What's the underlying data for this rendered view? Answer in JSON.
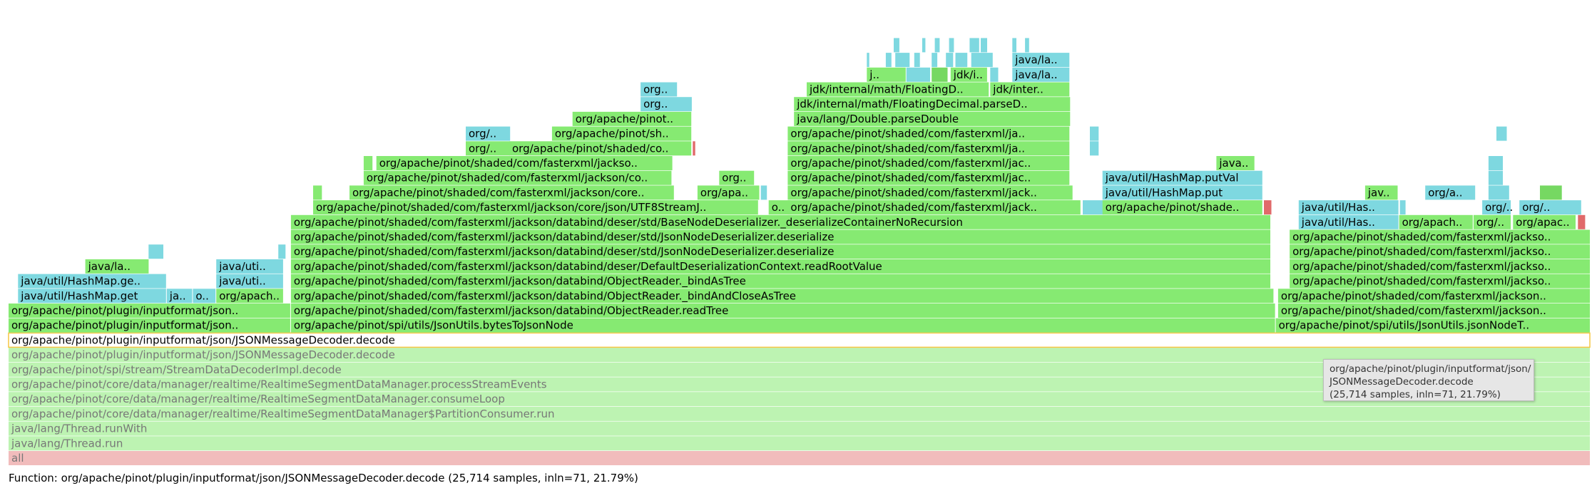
{
  "chart_data": {
    "type": "flamegraph",
    "colors": {
      "java": "#86ea72",
      "jdk": "#76d862",
      "inlined": "#7ed8e0",
      "native": "#e06a6a",
      "root": "#f0b8b8",
      "highlight_border": "#f5c542"
    },
    "frames": [
      {
        "d": 0,
        "x": 0,
        "w": 1,
        "label": "all",
        "c": "root",
        "dim": true
      },
      {
        "d": 1,
        "x": 0,
        "w": 1,
        "label": "java/lang/Thread.run",
        "dim": true
      },
      {
        "d": 2,
        "x": 0,
        "w": 1,
        "label": "java/lang/Thread.runWith",
        "dim": true
      },
      {
        "d": 3,
        "x": 0,
        "w": 1,
        "label": "org/apache/pinot/core/data/manager/realtime/RealtimeSegmentDataManager$PartitionConsumer.run",
        "dim": true
      },
      {
        "d": 4,
        "x": 0,
        "w": 1,
        "label": "org/apache/pinot/core/data/manager/realtime/RealtimeSegmentDataManager.consumeLoop",
        "dim": true
      },
      {
        "d": 5,
        "x": 0,
        "w": 1,
        "label": "org/apache/pinot/core/data/manager/realtime/RealtimeSegmentDataManager.processStreamEvents",
        "dim": true
      },
      {
        "d": 6,
        "x": 0,
        "w": 1,
        "label": "org/apache/pinot/spi/stream/StreamDataDecoderImpl.decode",
        "dim": true
      },
      {
        "d": 7,
        "x": 0,
        "w": 1,
        "label": "org/apache/pinot/plugin/inputformat/json/JSONMessageDecoder.decode",
        "dim": true
      },
      {
        "d": 8,
        "x": 0,
        "w": 1,
        "label": "org/apache/pinot/plugin/inputformat/json/JSONMessageDecoder.decode",
        "c": "white",
        "hl": true
      },
      {
        "d": 9,
        "x": 0,
        "w": 0.1785,
        "label": "org/apache/pinot/plugin/inputformat/json.."
      },
      {
        "d": 9,
        "x": 0.1785,
        "w": 0.6225,
        "label": "org/apache/pinot/spi/utils/JsonUtils.bytesToJsonNode"
      },
      {
        "d": 9,
        "x": 0.801,
        "w": 0.199,
        "label": "org/apache/pinot/spi/utils/JsonUtils.jsonNodeT.."
      },
      {
        "d": 10,
        "x": 0,
        "w": 0.1785,
        "label": "org/apache/pinot/plugin/inputformat/json.."
      },
      {
        "d": 10,
        "x": 0.1785,
        "w": 0.6225,
        "label": "org/apache/pinot/shaded/com/fasterxml/jackson/databind/ObjectReader.readTree"
      },
      {
        "d": 10,
        "x": 0.8025,
        "w": 0.1975,
        "label": "org/apache/pinot/shaded/com/fasterxml/jackson.."
      },
      {
        "d": 11,
        "x": 0.006,
        "w": 0.094,
        "label": "java/util/HashMap.get",
        "c": "inlined"
      },
      {
        "d": 11,
        "x": 0.1,
        "w": 0.0165,
        "label": "ja..",
        "c": "inlined"
      },
      {
        "d": 11,
        "x": 0.1165,
        "w": 0.0148,
        "label": "o..",
        "c": "inlined"
      },
      {
        "d": 11,
        "x": 0.1313,
        "w": 0.0427,
        "label": "org/apach.."
      },
      {
        "d": 11,
        "x": 0.1785,
        "w": 0.6215,
        "label": "org/apache/pinot/shaded/com/fasterxml/jackson/databind/ObjectReader._bindAndCloseAsTree"
      },
      {
        "d": 11,
        "x": 0.8025,
        "w": 0.1975,
        "label": "org/apache/pinot/shaded/com/fasterxml/jackson.."
      },
      {
        "d": 12,
        "x": 0.006,
        "w": 0.094,
        "label": "java/util/HashMap.ge..",
        "c": "inlined"
      },
      {
        "d": 12,
        "x": 0.1313,
        "w": 0.0427,
        "label": "java/uti..",
        "c": "inlined"
      },
      {
        "d": 12,
        "x": 0.1785,
        "w": 0.6195,
        "label": "org/apache/pinot/shaded/com/fasterxml/jackson/databind/ObjectReader._bindAsTree"
      },
      {
        "d": 12,
        "x": 0.8098,
        "w": 0.1902,
        "label": "org/apache/pinot/shaded/com/fasterxml/jackso.."
      },
      {
        "d": 13,
        "x": 0.0485,
        "w": 0.0405,
        "label": "java/la.."
      },
      {
        "d": 13,
        "x": 0.1313,
        "w": 0.0427,
        "label": "java/uti..",
        "c": "inlined"
      },
      {
        "d": 13,
        "x": 0.1785,
        "w": 0.6195,
        "label": "org/apache/pinot/shaded/com/fasterxml/jackson/databind/deser/DefaultDeserializationContext.readRootValue"
      },
      {
        "d": 13,
        "x": 0.8098,
        "w": 0.1902,
        "label": "org/apache/pinot/shaded/com/fasterxml/jackso.."
      },
      {
        "d": 14,
        "x": 0.0885,
        "w": 0.0098,
        "label": "",
        "c": "inlined"
      },
      {
        "d": 14,
        "x": 0.1705,
        "w": 0.005,
        "label": "",
        "c": "inlined"
      },
      {
        "d": 14,
        "x": 0.1785,
        "w": 0.6195,
        "label": "org/apache/pinot/shaded/com/fasterxml/jackson/databind/deser/std/JsonNodeDeserializer.deserialize"
      },
      {
        "d": 14,
        "x": 0.8098,
        "w": 0.1902,
        "label": "org/apache/pinot/shaded/com/fasterxml/jackso.."
      },
      {
        "d": 15,
        "x": 0.1785,
        "w": 0.6195,
        "label": "org/apache/pinot/shaded/com/fasterxml/jackson/databind/deser/std/JsonNodeDeserializer.deserialize"
      },
      {
        "d": 15,
        "x": 0.8098,
        "w": 0.1902,
        "label": "org/apache/pinot/shaded/com/fasterxml/jackso.."
      },
      {
        "d": 16,
        "x": 0.1785,
        "w": 0.6195,
        "label": "org/apache/pinot/shaded/com/fasterxml/jackson/databind/deser/std/BaseNodeDeserializer._deserializeContainerNoRecursion"
      },
      {
        "d": 16,
        "x": 0.8155,
        "w": 0.0635,
        "label": "java/util/Has..",
        "c": "inlined"
      },
      {
        "d": 16,
        "x": 0.879,
        "w": 0.047,
        "label": "org/apach.."
      },
      {
        "d": 16,
        "x": 0.926,
        "w": 0.024,
        "label": "org/.."
      },
      {
        "d": 16,
        "x": 0.951,
        "w": 0.04,
        "label": "org/apac.."
      },
      {
        "d": 16,
        "x": 0.992,
        "w": 0.005,
        "label": "",
        "c": "native"
      },
      {
        "d": 17,
        "x": 0.1925,
        "w": 0.2817,
        "label": "org/apache/pinot/shaded/com/fasterxml/jackson/core/json/UTF8StreamJ.."
      },
      {
        "d": 17,
        "x": 0.4805,
        "w": 0.0145,
        "label": "o.."
      },
      {
        "d": 17,
        "x": 0.4925,
        "w": 0.1855,
        "label": "org/apache/pinot/shaded/com/fasterxml/jack.."
      },
      {
        "d": 17,
        "x": 0.679,
        "w": 0.018,
        "label": "",
        "c": "inlined"
      },
      {
        "d": 17,
        "x": 0.6915,
        "w": 0.1015,
        "label": "org/apache/pinot/shade.."
      },
      {
        "d": 17,
        "x": 0.7935,
        "w": 0.0052,
        "label": "",
        "c": "native"
      },
      {
        "d": 17,
        "x": 0.8155,
        "w": 0.0635,
        "label": "java/util/Has..",
        "c": "inlined"
      },
      {
        "d": 17,
        "x": 0.8795,
        "w": 0.004,
        "label": "",
        "c": "inlined"
      },
      {
        "d": 17,
        "x": 0.9315,
        "w": 0.0185,
        "label": "org/..",
        "c": "inlined"
      },
      {
        "d": 17,
        "x": 0.955,
        "w": 0.0395,
        "label": "org/..",
        "c": "inlined"
      },
      {
        "d": 18,
        "x": 0.1925,
        "w": 0.006,
        "label": ""
      },
      {
        "d": 18,
        "x": 0.2155,
        "w": 0.2055,
        "label": "org/apache/pinot/shaded/com/fasterxml/jackson/core.."
      },
      {
        "d": 18,
        "x": 0.4355,
        "w": 0.0395,
        "label": "org/apa.."
      },
      {
        "d": 18,
        "x": 0.4755,
        "w": 0.0043,
        "label": "",
        "c": "inlined"
      },
      {
        "d": 18,
        "x": 0.4925,
        "w": 0.1805,
        "label": "org/apache/pinot/shaded/com/fasterxml/jack.."
      },
      {
        "d": 18,
        "x": 0.6915,
        "w": 0.1015,
        "label": "java/util/HashMap.put",
        "c": "inlined"
      },
      {
        "d": 18,
        "x": 0.8575,
        "w": 0.021,
        "label": "jav.."
      },
      {
        "d": 18,
        "x": 0.8955,
        "w": 0.032,
        "label": "org/a..",
        "c": "inlined"
      },
      {
        "d": 18,
        "x": 0.9355,
        "w": 0.0135,
        "label": "",
        "c": "inlined"
      },
      {
        "d": 18,
        "x": 0.968,
        "w": 0.0143,
        "label": "",
        "c": "jdk"
      },
      {
        "d": 19,
        "x": 0.2245,
        "w": 0.195,
        "label": "org/apache/pinot/shaded/com/fasterxml/jackson/co.."
      },
      {
        "d": 19,
        "x": 0.4492,
        "w": 0.0225,
        "label": "org.."
      },
      {
        "d": 19,
        "x": 0.4925,
        "w": 0.1785,
        "label": "org/apache/pinot/shaded/com/fasterxml/jac.."
      },
      {
        "d": 19,
        "x": 0.6915,
        "w": 0.1015,
        "label": "java/util/HashMap.putVal",
        "c": "inlined"
      },
      {
        "d": 19,
        "x": 0.9355,
        "w": 0.0095,
        "label": "",
        "c": "inlined"
      },
      {
        "d": 20,
        "x": 0.2245,
        "w": 0.006,
        "label": ""
      },
      {
        "d": 20,
        "x": 0.2325,
        "w": 0.1875,
        "label": "org/apache/pinot/shaded/com/fasterxml/jackso.."
      },
      {
        "d": 20,
        "x": 0.4925,
        "w": 0.1785,
        "label": "org/apache/pinot/shaded/com/fasterxml/jac.."
      },
      {
        "d": 20,
        "x": 0.7635,
        "w": 0.0245,
        "label": "java.."
      },
      {
        "d": 20,
        "x": 0.9355,
        "w": 0.0095,
        "label": "",
        "c": "inlined"
      },
      {
        "d": 21,
        "x": 0.289,
        "w": 0.0285,
        "label": "org/.."
      },
      {
        "d": 21,
        "x": 0.3165,
        "w": 0.1155,
        "label": "org/apache/pinot/shaded/co.."
      },
      {
        "d": 21,
        "x": 0.4325,
        "w": 0.002,
        "label": "",
        "c": "native"
      },
      {
        "d": 21,
        "x": 0.4925,
        "w": 0.1785,
        "label": "org/apache/pinot/shaded/com/fasterxml/ja.."
      },
      {
        "d": 21,
        "x": 0.6835,
        "w": 0.006,
        "label": "",
        "c": "inlined"
      },
      {
        "d": 22,
        "x": 0.289,
        "w": 0.0285,
        "label": "org/..",
        "c": "inlined"
      },
      {
        "d": 22,
        "x": 0.3435,
        "w": 0.0885,
        "label": "org/apache/pinot/sh.."
      },
      {
        "d": 22,
        "x": 0.4925,
        "w": 0.1785,
        "label": "org/apache/pinot/shaded/com/fasterxml/ja.."
      },
      {
        "d": 22,
        "x": 0.6835,
        "w": 0.006,
        "label": "",
        "c": "inlined"
      },
      {
        "d": 22,
        "x": 0.9405,
        "w": 0.007,
        "label": "",
        "c": "inlined"
      },
      {
        "d": 23,
        "x": 0.3565,
        "w": 0.0755,
        "label": "org/apache/pinot.."
      },
      {
        "d": 23,
        "x": 0.4965,
        "w": 0.175,
        "label": "java/lang/Double.parseDouble"
      },
      {
        "d": 24,
        "x": 0.3995,
        "w": 0.0328,
        "label": "org..",
        "c": "inlined"
      },
      {
        "d": 24,
        "x": 0.4965,
        "w": 0.175,
        "label": "jdk/internal/math/FloatingDecimal.parseD.."
      },
      {
        "d": 25,
        "x": 0.3995,
        "w": 0.0235,
        "label": "org..",
        "c": "inlined"
      },
      {
        "d": 25,
        "x": 0.5045,
        "w": 0.1155,
        "label": "jdk/internal/math/FloatingD.."
      },
      {
        "d": 25,
        "x": 0.6205,
        "w": 0.0505,
        "label": "jdk/inter.."
      },
      {
        "d": 26,
        "x": 0.5425,
        "w": 0.025,
        "label": "j.."
      },
      {
        "d": 26,
        "x": 0.5675,
        "w": 0.0155,
        "label": "",
        "c": "inlined"
      },
      {
        "d": 26,
        "x": 0.5835,
        "w": 0.0105,
        "label": "",
        "c": "jdk"
      },
      {
        "d": 26,
        "x": 0.5955,
        "w": 0.0235,
        "label": "jdk/i.."
      },
      {
        "d": 26,
        "x": 0.6205,
        "w": 0.0055,
        "label": "",
        "c": "inlined"
      },
      {
        "d": 26,
        "x": 0.6345,
        "w": 0.0365,
        "label": "java/la..",
        "c": "inlined"
      },
      {
        "d": 27,
        "x": 0.5425,
        "w": 0.002,
        "label": "",
        "c": "inlined"
      },
      {
        "d": 27,
        "x": 0.5545,
        "w": 0.004,
        "label": "",
        "c": "inlined"
      },
      {
        "d": 27,
        "x": 0.5605,
        "w": 0.0095,
        "label": "",
        "c": "inlined"
      },
      {
        "d": 27,
        "x": 0.5725,
        "w": 0.004,
        "label": "",
        "c": "inlined"
      },
      {
        "d": 27,
        "x": 0.5835,
        "w": 0.004,
        "label": "",
        "c": "inlined"
      },
      {
        "d": 27,
        "x": 0.5925,
        "w": 0.005,
        "label": "",
        "c": "inlined"
      },
      {
        "d": 27,
        "x": 0.5985,
        "w": 0.008,
        "label": "",
        "c": "inlined"
      },
      {
        "d": 27,
        "x": 0.6085,
        "w": 0.014,
        "label": "",
        "c": "inlined"
      },
      {
        "d": 27,
        "x": 0.6345,
        "w": 0.0365,
        "label": "java/la..",
        "c": "inlined"
      },
      {
        "d": 28,
        "x": 0.5595,
        "w": 0.004,
        "label": "",
        "c": "inlined"
      },
      {
        "d": 28,
        "x": 0.5775,
        "w": 0.0025,
        "label": "",
        "c": "inlined"
      },
      {
        "d": 28,
        "x": 0.5855,
        "w": 0.0035,
        "label": "",
        "c": "inlined"
      },
      {
        "d": 28,
        "x": 0.5945,
        "w": 0.0035,
        "label": "",
        "c": "inlined"
      },
      {
        "d": 28,
        "x": 0.6075,
        "w": 0.0065,
        "label": "",
        "c": "inlined"
      },
      {
        "d": 28,
        "x": 0.6145,
        "w": 0.0045,
        "label": "",
        "c": "inlined"
      },
      {
        "d": 28,
        "x": 0.6345,
        "w": 0.003,
        "label": "",
        "c": "inlined"
      },
      {
        "d": 28,
        "x": 0.6425,
        "w": 0.003,
        "label": "",
        "c": "inlined"
      }
    ]
  },
  "tooltip": {
    "line1": "org/apache/pinot/plugin/inputformat/json/",
    "line2": "JSONMessageDecoder.decode",
    "line3": "(25,714 samples, inln=71, 21.79%)"
  },
  "status": "Function: org/apache/pinot/plugin/inputformat/json/JSONMessageDecoder.decode (25,714 samples, inln=71, 21.79%)"
}
